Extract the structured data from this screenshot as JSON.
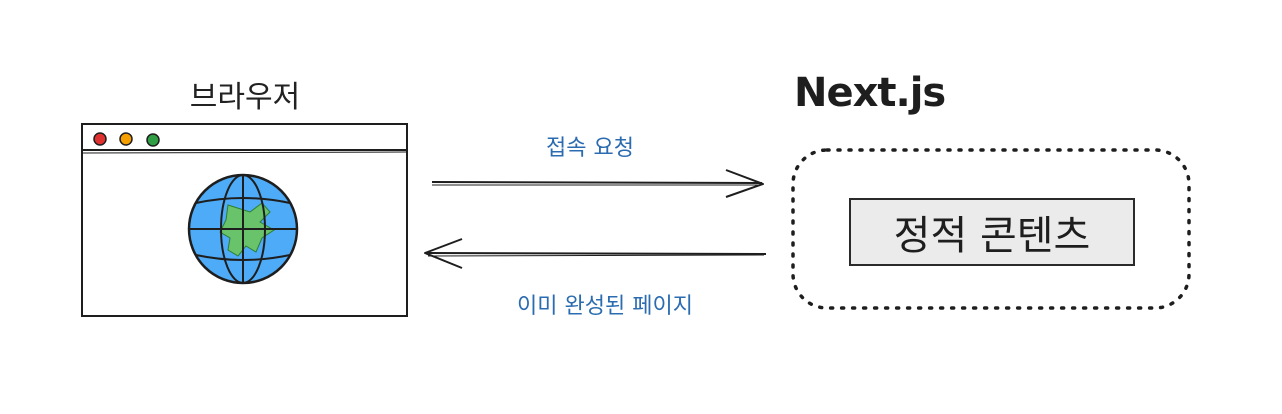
{
  "browser": {
    "title": "브라우저",
    "dot_colors": [
      "#e03131",
      "#f59f00",
      "#2f9e44"
    ],
    "globe": {
      "ocean": "#4dabf7",
      "land": "#69c36b"
    }
  },
  "server": {
    "title": "Next.js",
    "static_content": "정적 콘텐츠"
  },
  "arrows": {
    "request_label": "접속 요청",
    "response_label": "이미 완성된 페이지",
    "label_color": "#2b6cb0"
  }
}
